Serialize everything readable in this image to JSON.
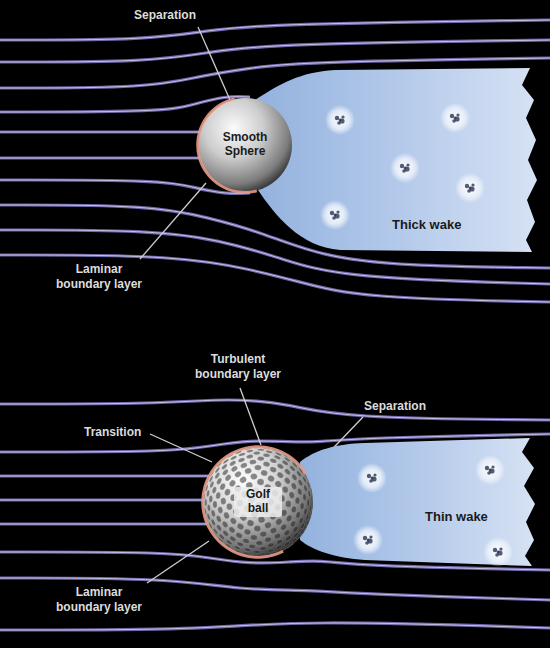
{
  "diagram": {
    "nodes": [
      {
        "text": [
          "Smooth Sphere"
        ]
      },
      {
        "text": [
          "Thick wake"
        ]
      },
      {
        "text": [
          "Golf ball"
        ]
      },
      {
        "text": [
          "Thin wake"
        ]
      }
    ],
    "labels": [
      "Separation",
      "Laminar boundary layer",
      "Turbulent boundary layer",
      "Transition",
      "Separation",
      "Laminar boundary layer"
    ]
  }
}
